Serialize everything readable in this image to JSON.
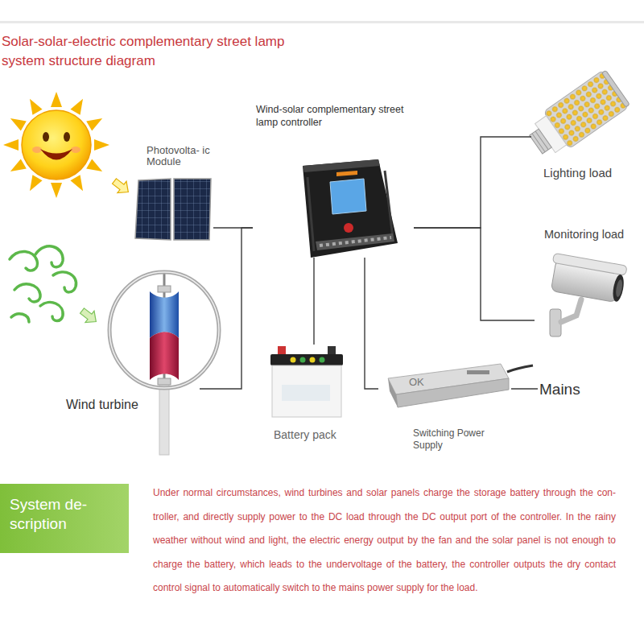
{
  "diagram": {
    "title": "Solar-solar-electric complementary street lamp system structure diagram",
    "nodes": [
      {
        "text": [
          "Photovolta- ic Module"
        ]
      },
      {
        "text": [
          "Wind-solar complementary street lamp controller"
        ]
      },
      {
        "text": [
          "Lighting load"
        ]
      },
      {
        "text": [
          "Monitoring load"
        ]
      },
      {
        "text": [
          "Wind turbine"
        ]
      },
      {
        "text": [
          "Battery pack"
        ]
      },
      {
        "text": [
          "Switching Power Supply"
        ]
      },
      {
        "text": [
          "Mains"
        ]
      },
      {
        "text": [
          "System de- scription"
        ]
      }
    ],
    "edges": [
      {
        "from": 0,
        "to": 1,
        "arrow": "none"
      },
      {
        "from": 4,
        "to": 1,
        "arrow": "none"
      },
      {
        "from": 1,
        "to": 2,
        "arrow": "none"
      },
      {
        "from": 1,
        "to": 3,
        "arrow": "none"
      },
      {
        "from": 1,
        "to": 5,
        "arrow": "none"
      },
      {
        "from": 1,
        "to": 6,
        "arrow": "none"
      },
      {
        "from": 7,
        "to": 6,
        "arrow": "none"
      }
    ],
    "labels": [
      "OK",
      "Under normal circumstances, wind turbines and solar panels charge the storage battery through the con- troller, and directly supply power to the DC load through the DC output port of the controller. In the rainy weather without wind and light, the electric energy output by the fan and the solar panel is not enough to charge the battery, which leads to the undervoltage of the battery, the controller outputs the dry contact control signal to automatically switch to the mains power supply for the load."
    ]
  }
}
